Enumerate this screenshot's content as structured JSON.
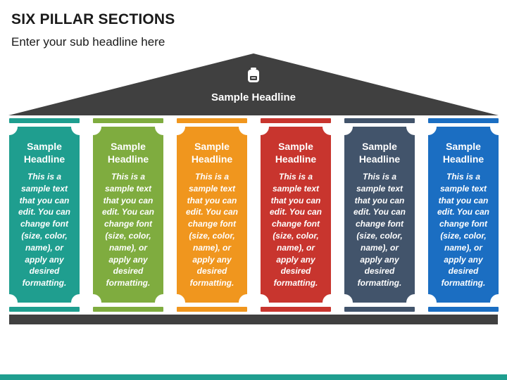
{
  "page": {
    "title": "SIX PILLAR SECTIONS",
    "subtitle": "Enter your sub headline here"
  },
  "roof": {
    "icon": "backpack-icon",
    "headline": "Sample Headline",
    "color": "#404040"
  },
  "pillars": [
    {
      "headline": "Sample\nHeadline",
      "body": "This is a\nsample text\nthat you can\nedit. You can\nchange font\n(size, color,\nname), or\napply any\ndesired\nformatting.",
      "color": "#1f9e8f"
    },
    {
      "headline": "Sample\nHeadline",
      "body": "This is a\nsample text\nthat you can\nedit. You can\nchange font\n(size, color,\nname), or\napply any\ndesired\nformatting.",
      "color": "#7fac3f"
    },
    {
      "headline": "Sample\nHeadline",
      "body": "This is a\nsample text\nthat you can\nedit. You can\nchange font\n(size, color,\nname), or\napply any\ndesired\nformatting.",
      "color": "#f0961e"
    },
    {
      "headline": "Sample\nHeadline",
      "body": "This is a\nsample text\nthat you can\nedit. You can\nchange font\n(size, color,\nname), or\napply any\ndesired\nformatting.",
      "color": "#c8352e"
    },
    {
      "headline": "Sample\nHeadline",
      "body": "This is a\nsample text\nthat you can\nedit. You can\nchange font\n(size, color,\nname), or\napply any\ndesired\nformatting.",
      "color": "#42546b"
    },
    {
      "headline": "Sample\nHeadline",
      "body": "This is a\nsample text\nthat you can\nedit. You can\nchange font\n(size, color,\nname), or\napply any\ndesired\nformatting.",
      "color": "#1b6ec2"
    }
  ],
  "base_color": "#404040",
  "accent_bar_color": "#1f9e8f"
}
